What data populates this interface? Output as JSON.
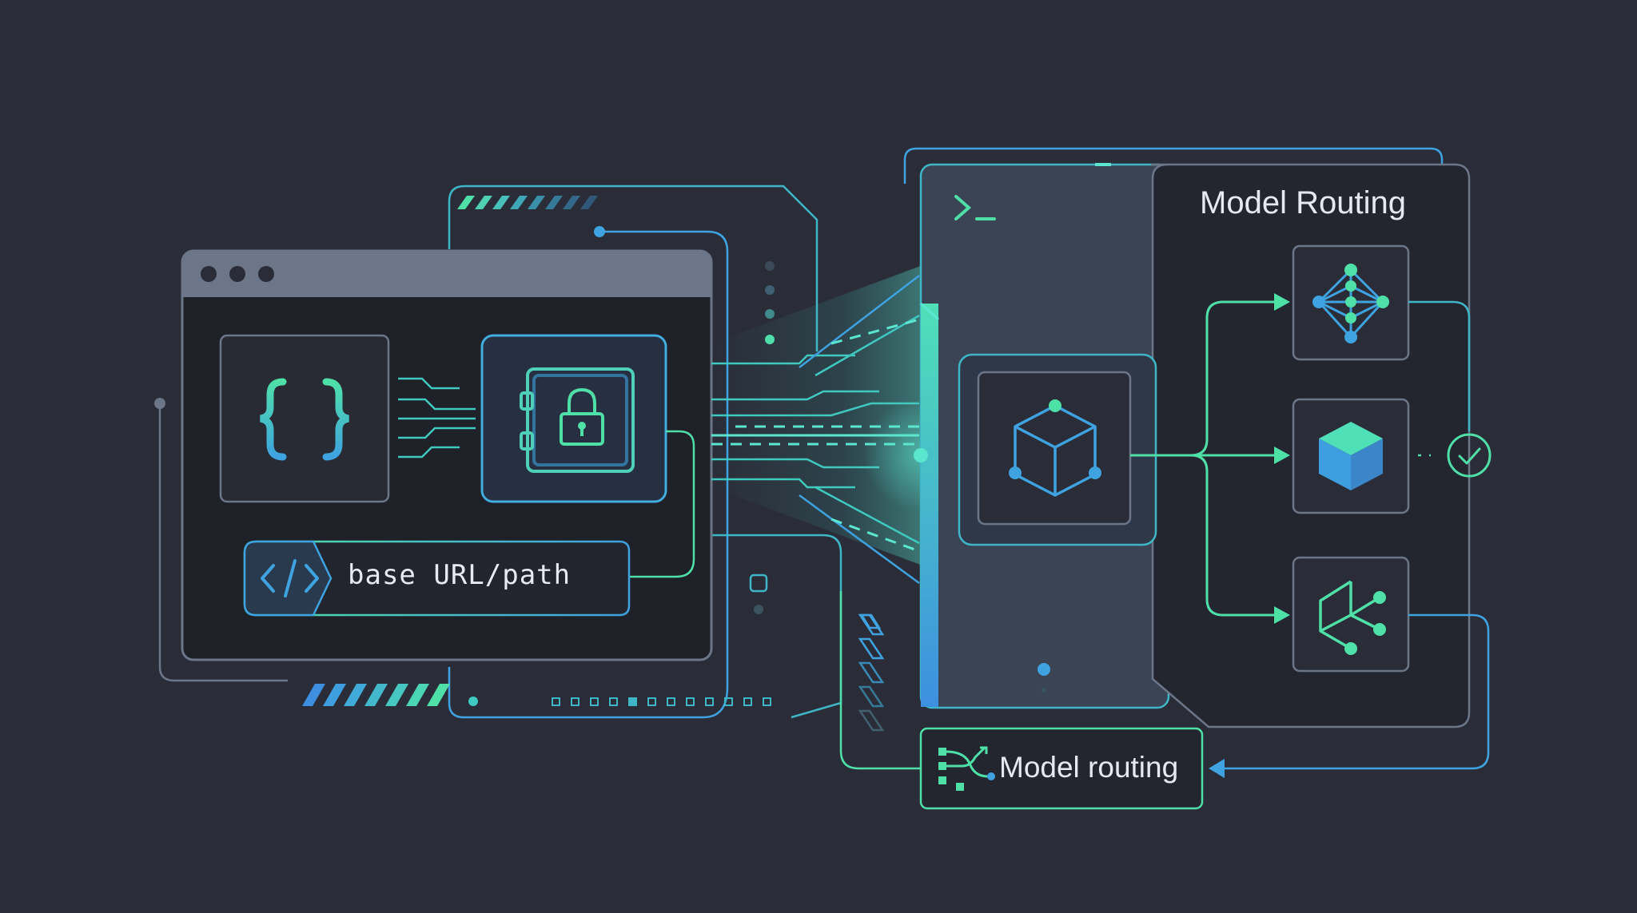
{
  "editor": {
    "url_label": "base URL/path"
  },
  "routing_panel": {
    "title": "Model Routing"
  },
  "routing_button": {
    "label": "Model routing"
  },
  "colors": {
    "background": "#2a2d38",
    "accent_green": "#4fe0a8",
    "accent_blue": "#3ea3e0",
    "accent_teal": "#3fc9c0",
    "panel": "#3a4454",
    "card": "#23262f",
    "browser_bar": "#6b7689"
  },
  "icons": [
    "braces-icon",
    "lock-vault-icon",
    "code-tag-icon",
    "terminal-prompt-icon",
    "cube-node-icon",
    "neural-net-icon",
    "solid-cube-icon",
    "graph-node-icon",
    "check-circle-icon",
    "routing-split-icon"
  ]
}
